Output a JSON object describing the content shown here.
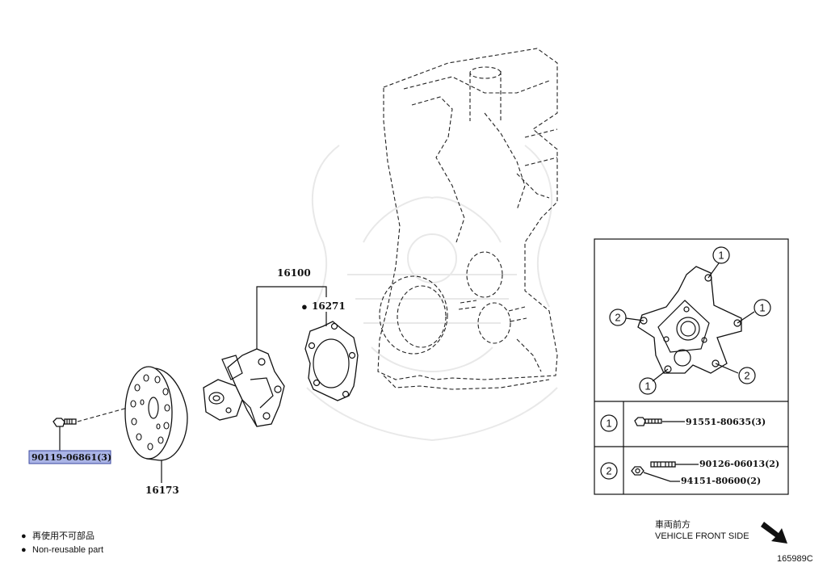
{
  "parts": {
    "water_pump_assy": "16100",
    "gasket": "16271",
    "pulley": "16173",
    "pulley_bolt": "90119-06861(3)"
  },
  "detail": {
    "row1_num": "1",
    "row1_part": "91551-80635(3)",
    "row2_num": "2",
    "row2_part_a": "90126-06013(2)",
    "row2_part_b": "94151-80600(2)",
    "callout_1": "1",
    "callout_2": "2"
  },
  "legend": {
    "jp": "再使用不可部品",
    "en": "Non-reusable part",
    "bullet": "●"
  },
  "direction": {
    "jp": "車両前方",
    "en": "VEHICLE FRONT SIDE"
  },
  "figure_code": "165989C"
}
